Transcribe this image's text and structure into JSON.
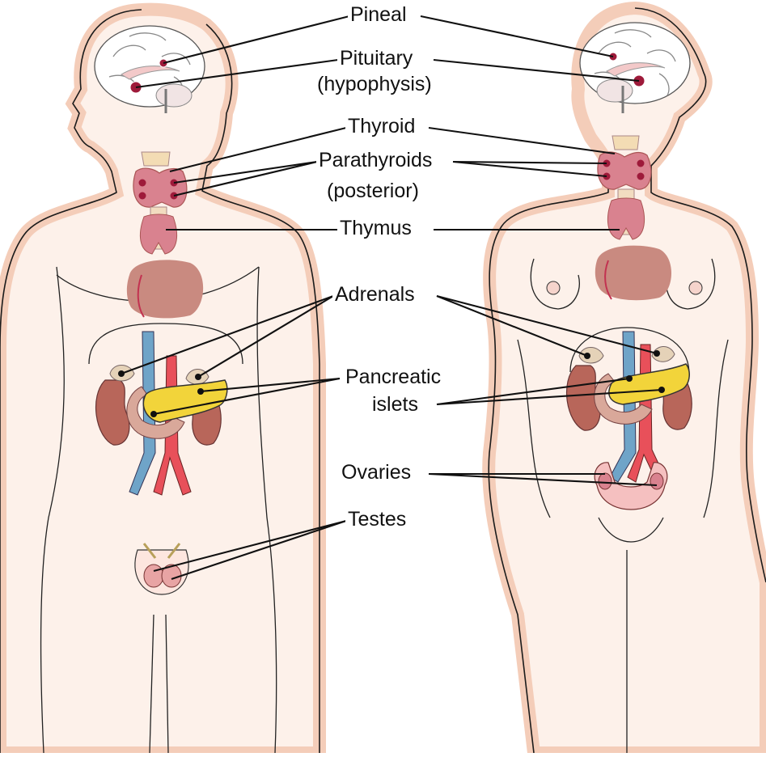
{
  "labels": {
    "pineal": "Pineal",
    "pituitary": "Pituitary",
    "hypophysis": "(hypophysis)",
    "thyroid": "Thyroid",
    "parathyroids": "Parathyroids",
    "posterior": "(posterior)",
    "thymus": "Thymus",
    "adrenals": "Adrenals",
    "pancreatic": "Pancreatic",
    "islets": "islets",
    "ovaries": "Ovaries",
    "testes": "Testes"
  },
  "figures": [
    "male-figure",
    "female-figure"
  ],
  "colors": {
    "skin": "#fdf1ea",
    "skin_edge": "#f4cdb9",
    "gland": "#d9828f",
    "dot": "#9e1a3a",
    "kidney": "#b8665a",
    "pancreas": "#f2d43a",
    "vein": "#6fa4c8",
    "artery": "#e8505a",
    "heart": "#c98a80"
  }
}
